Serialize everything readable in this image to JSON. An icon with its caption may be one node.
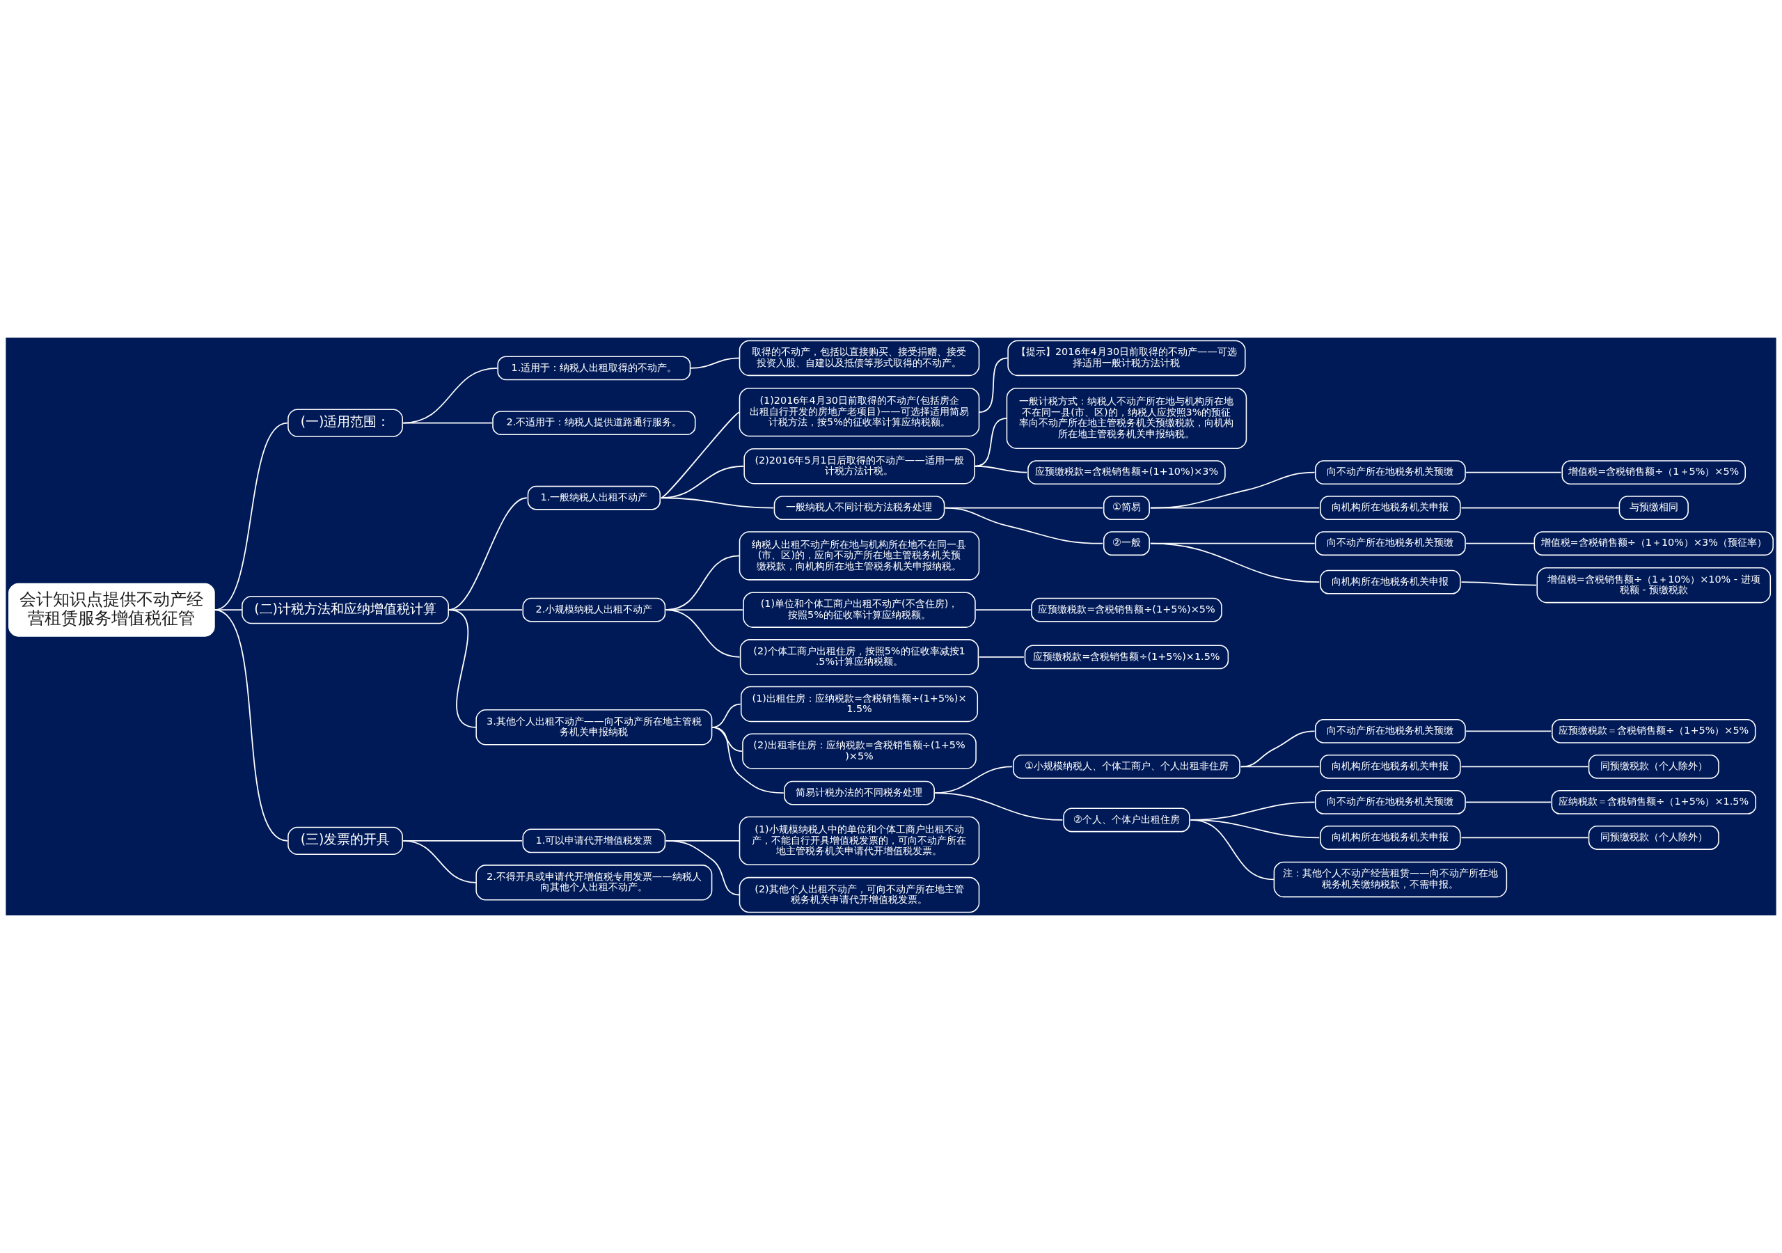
{
  "diagram": {
    "nodes": [
      {
        "text": [
          "会计知识点提供不动产经营租赁服务增值税征管"
        ]
      },
      {
        "text": [
          "(一)适用范围："
        ]
      },
      {
        "text": [
          "1.适用于：纳税人出租取得的不动产。"
        ]
      },
      {
        "text": [
          "取得的不动产，包括以直接购买、接受捐赠、接受投资入股、自建以及抵债等形式取得的不动产。"
        ]
      },
      {
        "text": [
          "2.不适用于：纳税人提供道路通行服务。"
        ]
      },
      {
        "text": [
          "(二)计税方法和应纳增值税计算"
        ]
      },
      {
        "text": [
          "1.一般纳税人出租不动产"
        ]
      },
      {
        "text": [
          "(1)2016年4月30日前取得的不动产(包括房企出租自行开发的房地产老项目)——可选择适用简易计税方法，按5%的征收率计算应纳税额。"
        ]
      },
      {
        "text": [
          "【提示】2016年4月30日前取得的不动产——可选择适用一般计税方法计税"
        ]
      },
      {
        "text": [
          "(2)2016年5月1日后取得的不动产——适用一般计税方法计税。"
        ]
      },
      {
        "text": [
          "一般计税方式：纳税人不动产所在地与机构所在地不在同一县(市、区)的，纳税人应按照3%的预征率向不动产所在地主管税务机关预缴税款，向机构所在地主管税务机关申报纳税。"
        ]
      },
      {
        "text": [
          "应预缴税款=含税销售额÷(1+10%)×3%"
        ]
      },
      {
        "text": [
          "一般纳税人不同计税方法税务处理"
        ]
      },
      {
        "text": [
          "①简易"
        ]
      },
      {
        "text": [
          "向不动产所在地税务机关预缴"
        ]
      },
      {
        "text": [
          "增值税=含税销售额÷（1＋5%）×5%"
        ]
      },
      {
        "text": [
          "向机构所在地税务机关申报"
        ]
      },
      {
        "text": [
          "与预缴相同"
        ]
      },
      {
        "text": [
          "②一般"
        ]
      },
      {
        "text": [
          "向不动产所在地税务机关预缴"
        ]
      },
      {
        "text": [
          "增值税=含税销售额÷（1＋10%）×3%（预征率）"
        ]
      },
      {
        "text": [
          "向机构所在地税务机关申报"
        ]
      },
      {
        "text": [
          "增值税=含税销售额÷（1＋10%）×10% - 进项税额 - 预缴税款"
        ]
      },
      {
        "text": [
          "2.小规模纳税人出租不动产"
        ]
      },
      {
        "text": [
          "纳税人出租不动产所在地与机构所在地不在同一县(市、区)的，应向不动产所在地主管税务机关预缴税款，向机构所在地主管税务机关申报纳税。"
        ]
      },
      {
        "text": [
          "(1)单位和个体工商户出租不动产(不含住房)，按照5%的征收率计算应纳税额。"
        ]
      },
      {
        "text": [
          "应预缴税款=含税销售额÷(1+5%)×5%"
        ]
      },
      {
        "text": [
          "(2)个体工商户出租住房，按照5%的征收率减按1.5%计算应纳税额。"
        ]
      },
      {
        "text": [
          "应预缴税款=含税销售额÷(1+5%)×1.5%"
        ]
      },
      {
        "text": [
          "3.其他个人出租不动产——向不动产所在地主管税务机关申报纳税"
        ]
      },
      {
        "text": [
          "(1)出租住房：应纳税款=含税销售额÷(1+5%)×1.5%"
        ]
      },
      {
        "text": [
          "(2)出租非住房：应纳税款=含税销售额÷(1+5%)×5%"
        ]
      },
      {
        "text": [
          "简易计税办法的不同税务处理"
        ]
      },
      {
        "text": [
          "①小规模纳税人、个体工商户、个人出租非住房"
        ]
      },
      {
        "text": [
          "向不动产所在地税务机关预缴"
        ]
      },
      {
        "text": [
          "应预缴税款＝含税销售额÷（1+5%）×5%"
        ]
      },
      {
        "text": [
          "向机构所在地税务机关申报"
        ]
      },
      {
        "text": [
          "同预缴税款（个人除外）"
        ]
      },
      {
        "text": [
          "②个人、个体户出租住房"
        ]
      },
      {
        "text": [
          "向不动产所在地税务机关预缴"
        ]
      },
      {
        "text": [
          "应纳税款＝含税销售额÷（1+5%）×1.5%"
        ]
      },
      {
        "text": [
          "向机构所在地税务机关申报"
        ]
      },
      {
        "text": [
          "同预缴税款（个人除外）"
        ]
      },
      {
        "text": [
          "注：其他个人不动产经营租赁——向不动产所在地税务机关缴纳税款，不需申报。"
        ]
      },
      {
        "text": [
          "(三)发票的开具"
        ]
      },
      {
        "text": [
          "1.可以申请代开增值税发票"
        ]
      },
      {
        "text": [
          "(1)小规模纳税人中的单位和个体工商户出租不动产，不能自行开具增值税发票的，可向不动产所在地主管税务机关申请代开增值税发票。"
        ]
      },
      {
        "text": [
          "(2)其他个人出租不动产，可向不动产所在地主管税务机关申请代开增值税发票。"
        ]
      },
      {
        "text": [
          "2.不得开具或申请代开增值税专用发票——纳税人向其他个人出租不动产。"
        ]
      }
    ],
    "edges": [
      {
        "from": 0,
        "to": 1,
        "arrow": "none"
      },
      {
        "from": 1,
        "to": 2,
        "arrow": "none"
      },
      {
        "from": 2,
        "to": 3,
        "arrow": "none"
      },
      {
        "from": 1,
        "to": 4,
        "arrow": "none"
      },
      {
        "from": 0,
        "to": 5,
        "arrow": "none"
      },
      {
        "from": 5,
        "to": 6,
        "arrow": "none"
      },
      {
        "from": 6,
        "to": 7,
        "arrow": "none"
      },
      {
        "from": 7,
        "to": 8,
        "arrow": "none"
      },
      {
        "from": 6,
        "to": 9,
        "arrow": "none"
      },
      {
        "from": 9,
        "to": 10,
        "arrow": "none"
      },
      {
        "from": 9,
        "to": 11,
        "arrow": "none"
      },
      {
        "from": 6,
        "to": 12,
        "arrow": "none"
      },
      {
        "from": 12,
        "to": 13,
        "arrow": "none"
      },
      {
        "from": 13,
        "to": 14,
        "arrow": "none"
      },
      {
        "from": 14,
        "to": 15,
        "arrow": "none"
      },
      {
        "from": 13,
        "to": 16,
        "arrow": "none"
      },
      {
        "from": 16,
        "to": 17,
        "arrow": "none"
      },
      {
        "from": 12,
        "to": 18,
        "arrow": "none"
      },
      {
        "from": 18,
        "to": 19,
        "arrow": "none"
      },
      {
        "from": 19,
        "to": 20,
        "arrow": "none"
      },
      {
        "from": 18,
        "to": 21,
        "arrow": "none"
      },
      {
        "from": 21,
        "to": 22,
        "arrow": "none"
      },
      {
        "from": 5,
        "to": 23,
        "arrow": "none"
      },
      {
        "from": 23,
        "to": 24,
        "arrow": "none"
      },
      {
        "from": 23,
        "to": 25,
        "arrow": "none"
      },
      {
        "from": 25,
        "to": 26,
        "arrow": "none"
      },
      {
        "from": 23,
        "to": 27,
        "arrow": "none"
      },
      {
        "from": 27,
        "to": 28,
        "arrow": "none"
      },
      {
        "from": 5,
        "to": 29,
        "arrow": "none"
      },
      {
        "from": 29,
        "to": 30,
        "arrow": "none"
      },
      {
        "from": 29,
        "to": 31,
        "arrow": "none"
      },
      {
        "from": 29,
        "to": 32,
        "arrow": "none"
      },
      {
        "from": 32,
        "to": 33,
        "arrow": "none"
      },
      {
        "from": 33,
        "to": 34,
        "arrow": "none"
      },
      {
        "from": 34,
        "to": 35,
        "arrow": "none"
      },
      {
        "from": 33,
        "to": 36,
        "arrow": "none"
      },
      {
        "from": 36,
        "to": 37,
        "arrow": "none"
      },
      {
        "from": 32,
        "to": 38,
        "arrow": "none"
      },
      {
        "from": 38,
        "to": 39,
        "arrow": "none"
      },
      {
        "from": 39,
        "to": 40,
        "arrow": "none"
      },
      {
        "from": 38,
        "to": 41,
        "arrow": "none"
      },
      {
        "from": 41,
        "to": 42,
        "arrow": "none"
      },
      {
        "from": 38,
        "to": 43,
        "arrow": "none"
      },
      {
        "from": 0,
        "to": 44,
        "arrow": "none"
      },
      {
        "from": 44,
        "to": 45,
        "arrow": "none"
      },
      {
        "from": 45,
        "to": 46,
        "arrow": "none"
      },
      {
        "from": 45,
        "to": 47,
        "arrow": "none"
      },
      {
        "from": 44,
        "to": 48,
        "arrow": "none"
      }
    ]
  }
}
